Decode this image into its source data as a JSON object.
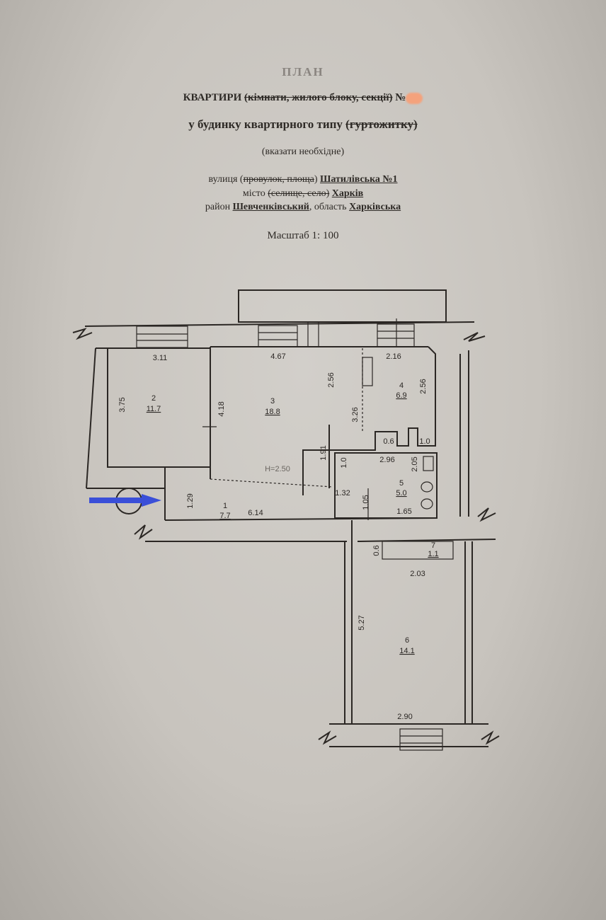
{
  "header": {
    "title": "ПЛАН",
    "line1_main": "КВАРТИРИ",
    "line1_struck": "(кімнати, жилого блоку, секції)",
    "line1_number_sign": "№",
    "line2_main": "у будинку квартирного типу",
    "line2_struck": "(гуртожитку)",
    "line3": "(вказати необхідне)",
    "street_label": "вулиця (",
    "street_struck": "провулок, площа",
    "street_close": ")",
    "street_value": "Шатилівська №1",
    "city_label": "місто",
    "city_struck": "(селище, село)",
    "city_value": "Харків",
    "district_label": "район",
    "district_value": "Шевченківський",
    "region_label": ", область",
    "region_value": "Харківська",
    "scale": "Масштаб 1: 100"
  },
  "plan": {
    "rooms": [
      {
        "number": "1",
        "area": "7.7"
      },
      {
        "number": "2",
        "area": "11.7"
      },
      {
        "number": "3",
        "area": "18.8"
      },
      {
        "number": "4",
        "area": "6.9"
      },
      {
        "number": "5",
        "area": "5.0"
      },
      {
        "number": "6",
        "area": "14.1"
      },
      {
        "number": "7",
        "area": "1.1"
      }
    ],
    "dimensions": {
      "d311": "3.11",
      "d467": "4.67",
      "d216": "2.16",
      "d375": "3.75",
      "d418": "4.18",
      "d256a": "2.56",
      "d256b": "2.56",
      "d326": "3.26",
      "d06a": "0.6",
      "d10a": "1.0",
      "d191": "1.91",
      "d10b": "1.0",
      "d296": "2.96",
      "d205": "2.05",
      "d132": "1.32",
      "d105": "1.05",
      "d165": "1.65",
      "d129": "1.29",
      "d614": "6.14",
      "d06b": "0.6",
      "d203": "2.03",
      "d527": "5.27",
      "d290": "2.90"
    },
    "ceiling_height": "H=2.50",
    "entrance_arrow_color": "#3a4fd8"
  }
}
